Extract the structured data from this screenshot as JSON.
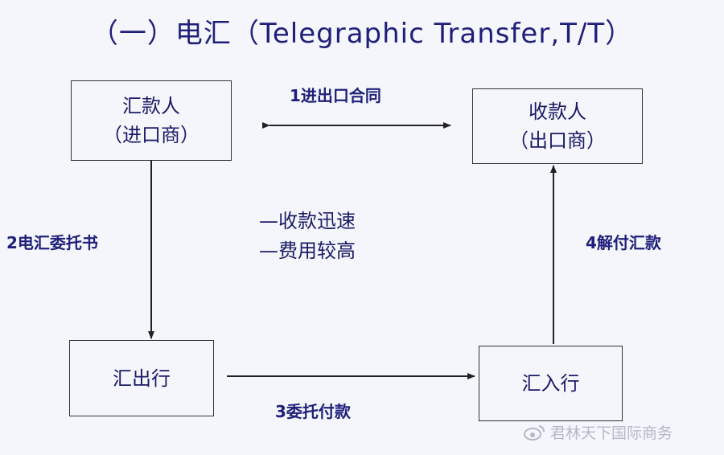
{
  "title": "（一）电汇（Telegraphic Transfer,T/T）",
  "nodes": {
    "remitter": {
      "name": "汇款人",
      "role": "（进口商）"
    },
    "payee": {
      "name": "收款人",
      "role": "（出口商）"
    },
    "remitting_bank": {
      "name": "汇出行"
    },
    "paying_bank": {
      "name": "汇入行"
    }
  },
  "steps": {
    "step1": "1进出口合同",
    "step2": "2电汇委托书",
    "step3": "3委托付款",
    "step4": "4解付汇款"
  },
  "features": [
    "—收款迅速",
    "—费用较高"
  ],
  "watermark": "君林天下国际商务"
}
